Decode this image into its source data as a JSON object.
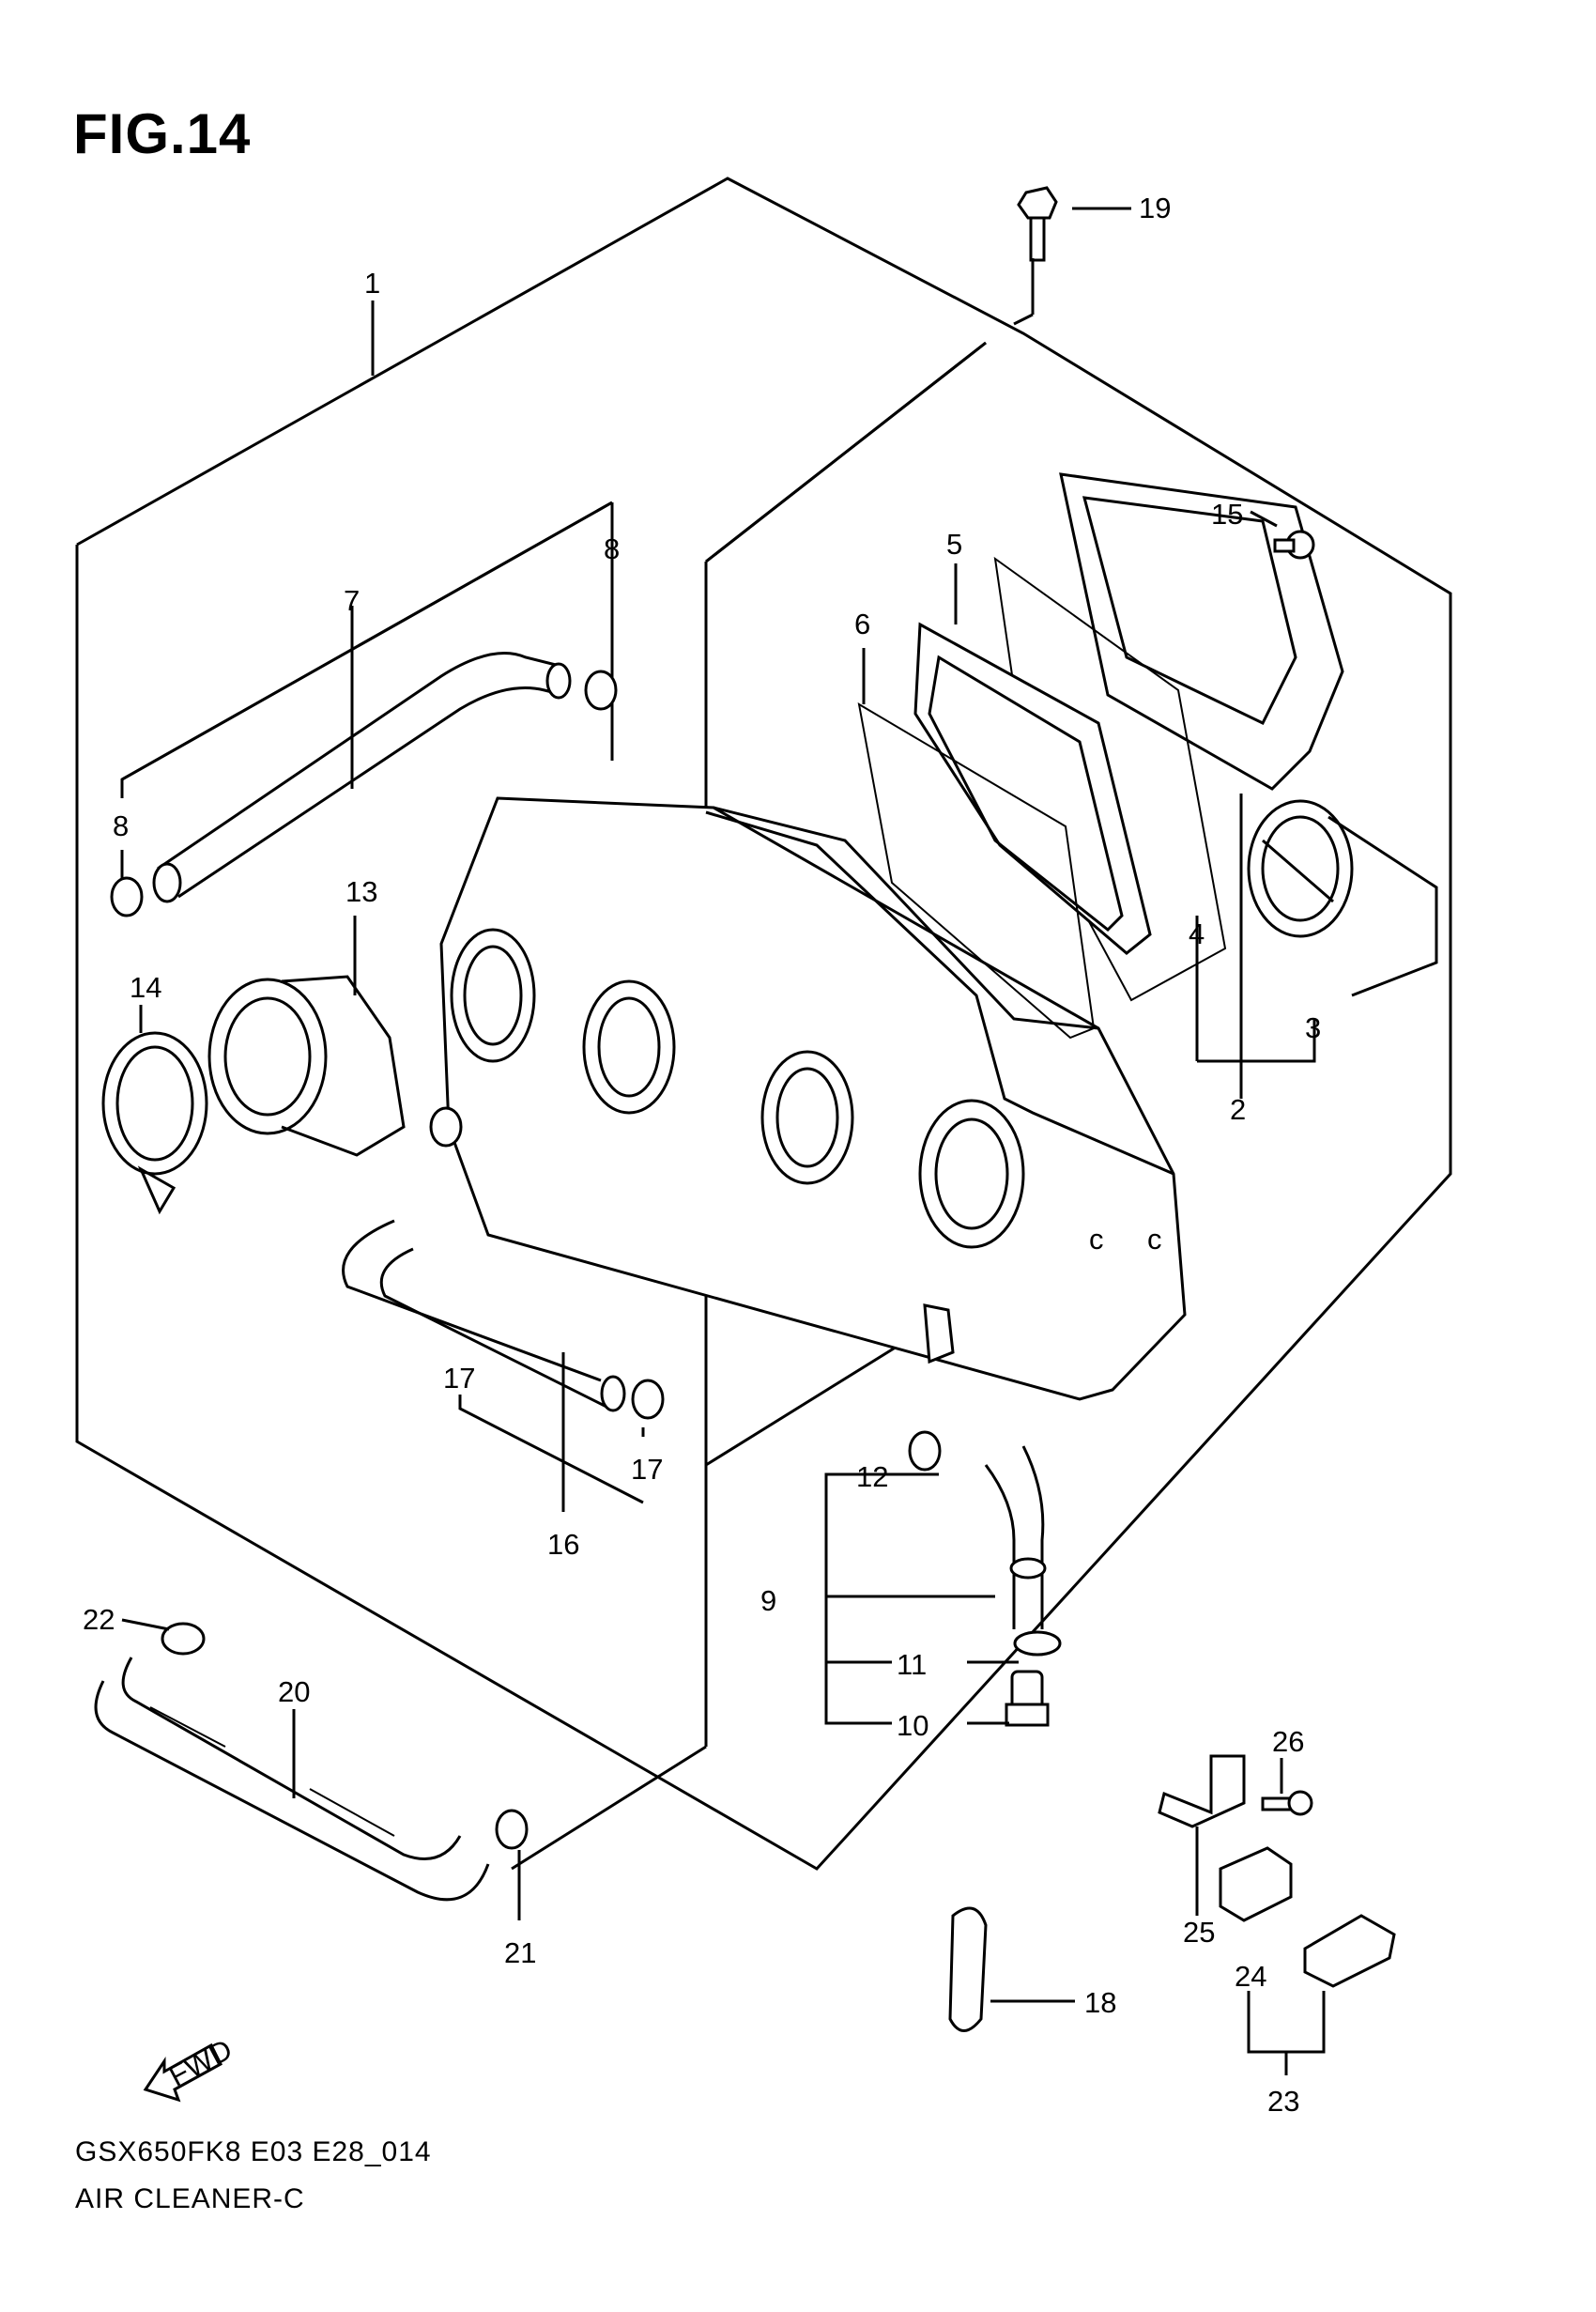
{
  "figure_title": "FIG.14",
  "footer": {
    "model_code": "GSX650FK8 E03 E28_014",
    "section_name": "AIR CLEANER-C"
  },
  "fwd_label": "FWD",
  "callouts": [
    "1",
    "2",
    "3",
    "4",
    "5",
    "6",
    "7",
    "8",
    "8",
    "9",
    "10",
    "11",
    "12",
    "13",
    "14",
    "15",
    "16",
    "17",
    "17",
    "18",
    "19",
    "20",
    "21",
    "22",
    "23",
    "24",
    "25",
    "26"
  ]
}
